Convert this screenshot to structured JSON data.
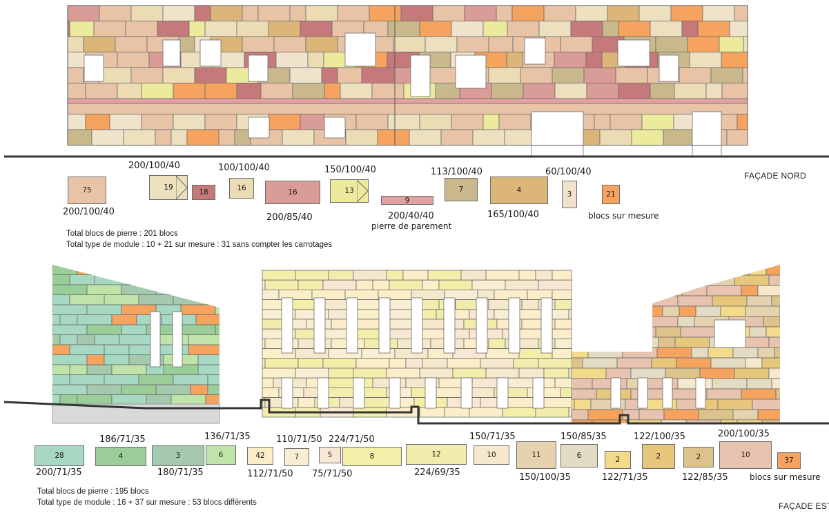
{
  "facade_nord": {
    "title": "FAÇADE NORD",
    "total_blocks": "Total blocs de pierre : 201 blocs",
    "total_modules": "Total type de module : 10 + 21 sur mesure : 31 sans compter les carrotages",
    "legend": [
      {
        "count": "75",
        "color": "#e8c3a6",
        "dim": "200/100/40"
      },
      {
        "count": "19",
        "color": "#ede0bf",
        "dim": "200/100/40",
        "chevron": true
      },
      {
        "count": "18",
        "color": "#c6797a",
        "dim": ""
      },
      {
        "count": "16",
        "color": "#ebdcb3",
        "dim": "100/100/40"
      },
      {
        "count": "16",
        "color": "#d99c96",
        "dim": "200/85/40"
      },
      {
        "count": "13",
        "color": "#ecea9c",
        "dim": "150/100/40",
        "chevron": true
      },
      {
        "count": "9",
        "color": "#e2a2a1",
        "dim": "200/40/40"
      },
      {
        "count": "7",
        "color": "#c8b88b",
        "dim": "113/100/40"
      },
      {
        "count": "4",
        "color": "#dcb679",
        "dim": "165/100/40"
      },
      {
        "count": "3",
        "color": "#f0e3cc",
        "dim": "60/100/40"
      },
      {
        "count": "21",
        "color": "#f5a35e",
        "dim": "blocs sur mesure"
      }
    ],
    "subnote": "pierre de parement"
  },
  "facade_est": {
    "title": "FAÇADE EST",
    "total_blocks": "Total blocs de pierre : 195 blocs",
    "total_modules": "Total type de module : 16 + 37 sur mesure : 53 blocs différents",
    "legend": [
      {
        "count": "28",
        "color": "#a6d8c2",
        "dim": "200/71/35"
      },
      {
        "count": "4",
        "color": "#9acd98",
        "dim": "186/71/35"
      },
      {
        "count": "3",
        "color": "#a5c9ac",
        "dim": "180/71/35"
      },
      {
        "count": "6",
        "color": "#bfe3a8",
        "dim": "136/71/35"
      },
      {
        "count": "42",
        "color": "#fbeec8",
        "dim": "112/71/50"
      },
      {
        "count": "7",
        "color": "#f7eed3",
        "dim": "110/71/50"
      },
      {
        "count": "5",
        "color": "#f8e7d3",
        "dim": "75/71/50"
      },
      {
        "count": "8",
        "color": "#f3efa9",
        "dim": "224/71/50"
      },
      {
        "count": "12",
        "color": "#f2edac",
        "dim": "224/69/35"
      },
      {
        "count": "10",
        "color": "#f5e8cc",
        "dim": "150/71/35"
      },
      {
        "count": "11",
        "color": "#e4d3ae",
        "dim": "150/100/35"
      },
      {
        "count": "6",
        "color": "#e4dbc3",
        "dim": "150/85/35"
      },
      {
        "count": "2",
        "color": "#f4db8b",
        "dim": "122/71/35"
      },
      {
        "count": "2",
        "color": "#e6c77b",
        "dim": "122/100/35"
      },
      {
        "count": "2",
        "color": "#dcc38c",
        "dim": "122/85/35"
      },
      {
        "count": "10",
        "color": "#e8c3b0",
        "dim": "200/100/35"
      },
      {
        "count": "37",
        "color": "#f5a35e",
        "dim": "blocs sur mesure"
      }
    ]
  }
}
